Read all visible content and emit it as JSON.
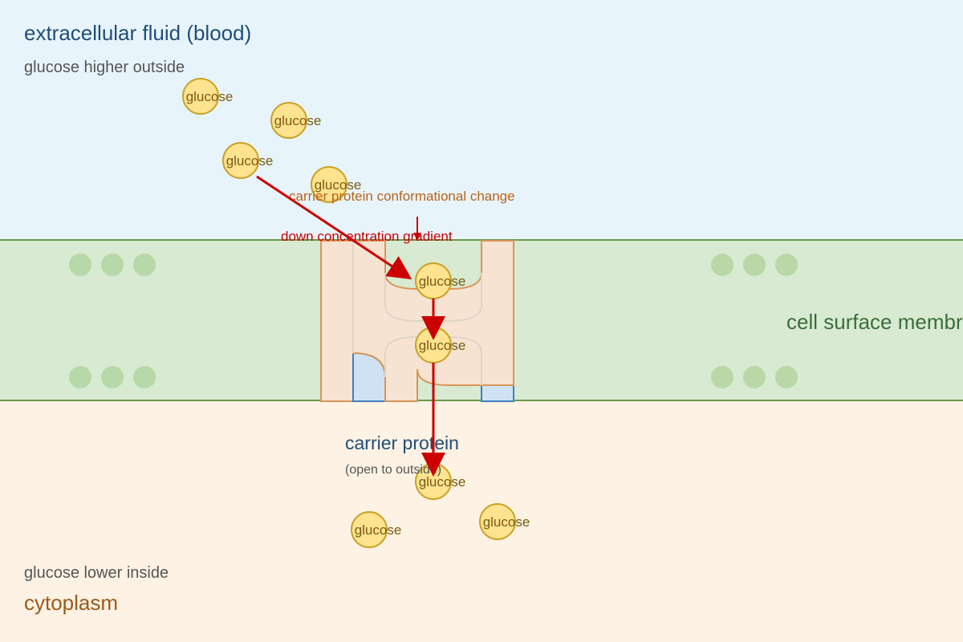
{
  "labels": {
    "extracellular": "extracellular fluid (blood)",
    "outside_conc": "glucose higher outside",
    "conformation": "carrier protein conformational change",
    "gradient": "down concentration gradient",
    "membrane": "cell surface membrane",
    "carrier": "carrier protein",
    "carrier_state": "(open to outside)",
    "inside_conc": "glucose lower inside",
    "cytoplasm": "cytoplasm"
  },
  "molecule_label": "glucose",
  "colors": {
    "extracellular_bg": "#e8f4fb",
    "membrane_bg": "#d8ead2",
    "membrane_edge": "#6a9a4a",
    "lipid_head": "#b8d8a8",
    "cytoplasm_bg": "#fdf2e4",
    "protein_fill": "#f6e3d1",
    "protein_edge": "#d9955a",
    "channel_fill": "#cfe2f3",
    "channel_edge": "#3d7fc1",
    "glucose_fill": "#ffe38f",
    "glucose_edge": "#c9a227",
    "glucose_text": "#7a5c10",
    "arrow": "#cc0000",
    "title_blue": "#1f4e79",
    "gray_text": "#555555",
    "orange_text": "#b8651b",
    "cyto_text": "#9c5a1b",
    "membrane_text": "#3b6e3b"
  }
}
